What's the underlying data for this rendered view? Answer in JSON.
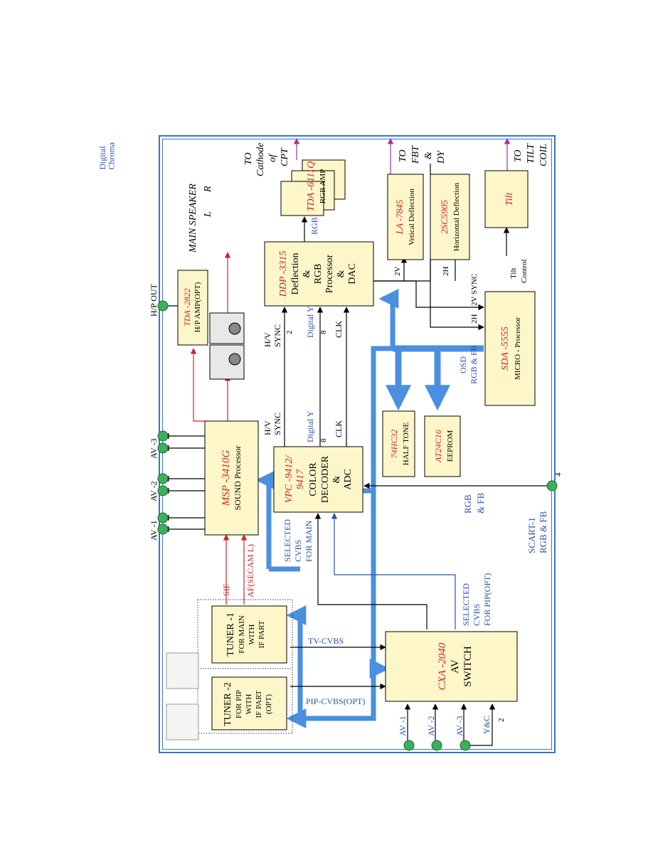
{
  "header": {
    "note_line1": "Digital",
    "note_line2": "Chroma"
  },
  "colors": {
    "block_fill": "#fdf6c9",
    "bus": "#4a8fe0",
    "accent": "#d4202a",
    "label_blue": "#2a4fb0",
    "purple": "#a0309a",
    "connector": "#3bb05a"
  },
  "blocks": {
    "tuner2": {
      "l1": "TUNER -2",
      "l2": "FOR PIP",
      "l3": "WITH",
      "l4": "IF PART",
      "l5": "(OPT)"
    },
    "tuner1": {
      "l1": "TUNER -1",
      "l2": "FOR MAIN",
      "l3": "WITH",
      "l4": "IF PART"
    },
    "cxa": {
      "chip": "CXA -2040",
      "l1": "AV",
      "l2": "SWITCH"
    },
    "msp": {
      "chip": "MSP -3410G",
      "l1": "SOUND Processor"
    },
    "vpc": {
      "chip1": "VPC -9412/",
      "chip2": "9417",
      "l1": "COLOR",
      "l2": "DECODER",
      "l3": "&",
      "l4": "ADC"
    },
    "tda2822": {
      "chip": "TDA -2822",
      "l1": "H/P AMP(OPT)"
    },
    "ddp": {
      "chip": "DDP -3315",
      "l1": "Deflection",
      "l2": "&",
      "l3": "RGB",
      "l4": "Processor",
      "l5": "&",
      "l6": "DAC"
    },
    "tda6111": {
      "chip": "TDA -6111Q",
      "l1": "RGB  AMP"
    },
    "hc32": {
      "chip": "74HC32",
      "l1": "HALF TONE"
    },
    "at24": {
      "chip": "AT24C16",
      "l1": "EEPROM"
    },
    "sda": {
      "chip": "SDA -5555",
      "l1": "MICRO - Processor"
    },
    "la7845": {
      "chip": "LA -7845",
      "l1": "Vetical  Deflection"
    },
    "sc5905": {
      "chip": "2SC5905",
      "l1": "Horizontal Deflection"
    },
    "tilt": {
      "chip": "Tilt"
    }
  },
  "labels": {
    "sif": "SIF",
    "af": "AF(SECAM L)",
    "tv_cvbs": "TV-CVBS",
    "pip_cvbs": "PIP-CVBS(OPT)",
    "sel_main1": "SELECTED",
    "sel_main2": "CVBS",
    "sel_main3": "FOR MAIN",
    "sel_pip1": "SELECTED",
    "sel_pip2": "CVBS",
    "sel_pip3": "FOR PIP(OPT)",
    "av1": "AV -1",
    "av2": "AV -2",
    "av3": "AV -3",
    "yc": "Y&C",
    "two": "2",
    "hp_out": "H/P OUT",
    "main_speaker": "MAIN SPEAKER",
    "l": "L",
    "r": "R",
    "hv_sync": "H/V",
    "sync": "SYNC",
    "digital_y": "Digital Y",
    "eight": "8",
    "clk": "CLK",
    "rgb": "RGB",
    "osd1": "OSD",
    "osd2": "RGB & FB",
    "rgb_fb1": "RGB",
    "rgb_fb2": "& FB",
    "scart1": "SCART-1",
    "scart2": "RGB & FB",
    "four": "4",
    "to_cpt": [
      "TO",
      "Cathode",
      "of",
      "CPT"
    ],
    "to_fbt": [
      "TO",
      "FBT",
      "&",
      "DY"
    ],
    "to_tilt": [
      "TO",
      "TILT",
      "COIL"
    ],
    "two_v": "2V",
    "two_h": "2H",
    "two_v_sync": "2V SYNC",
    "tilt_control1": "Tilt",
    "tilt_control2": "Control"
  }
}
